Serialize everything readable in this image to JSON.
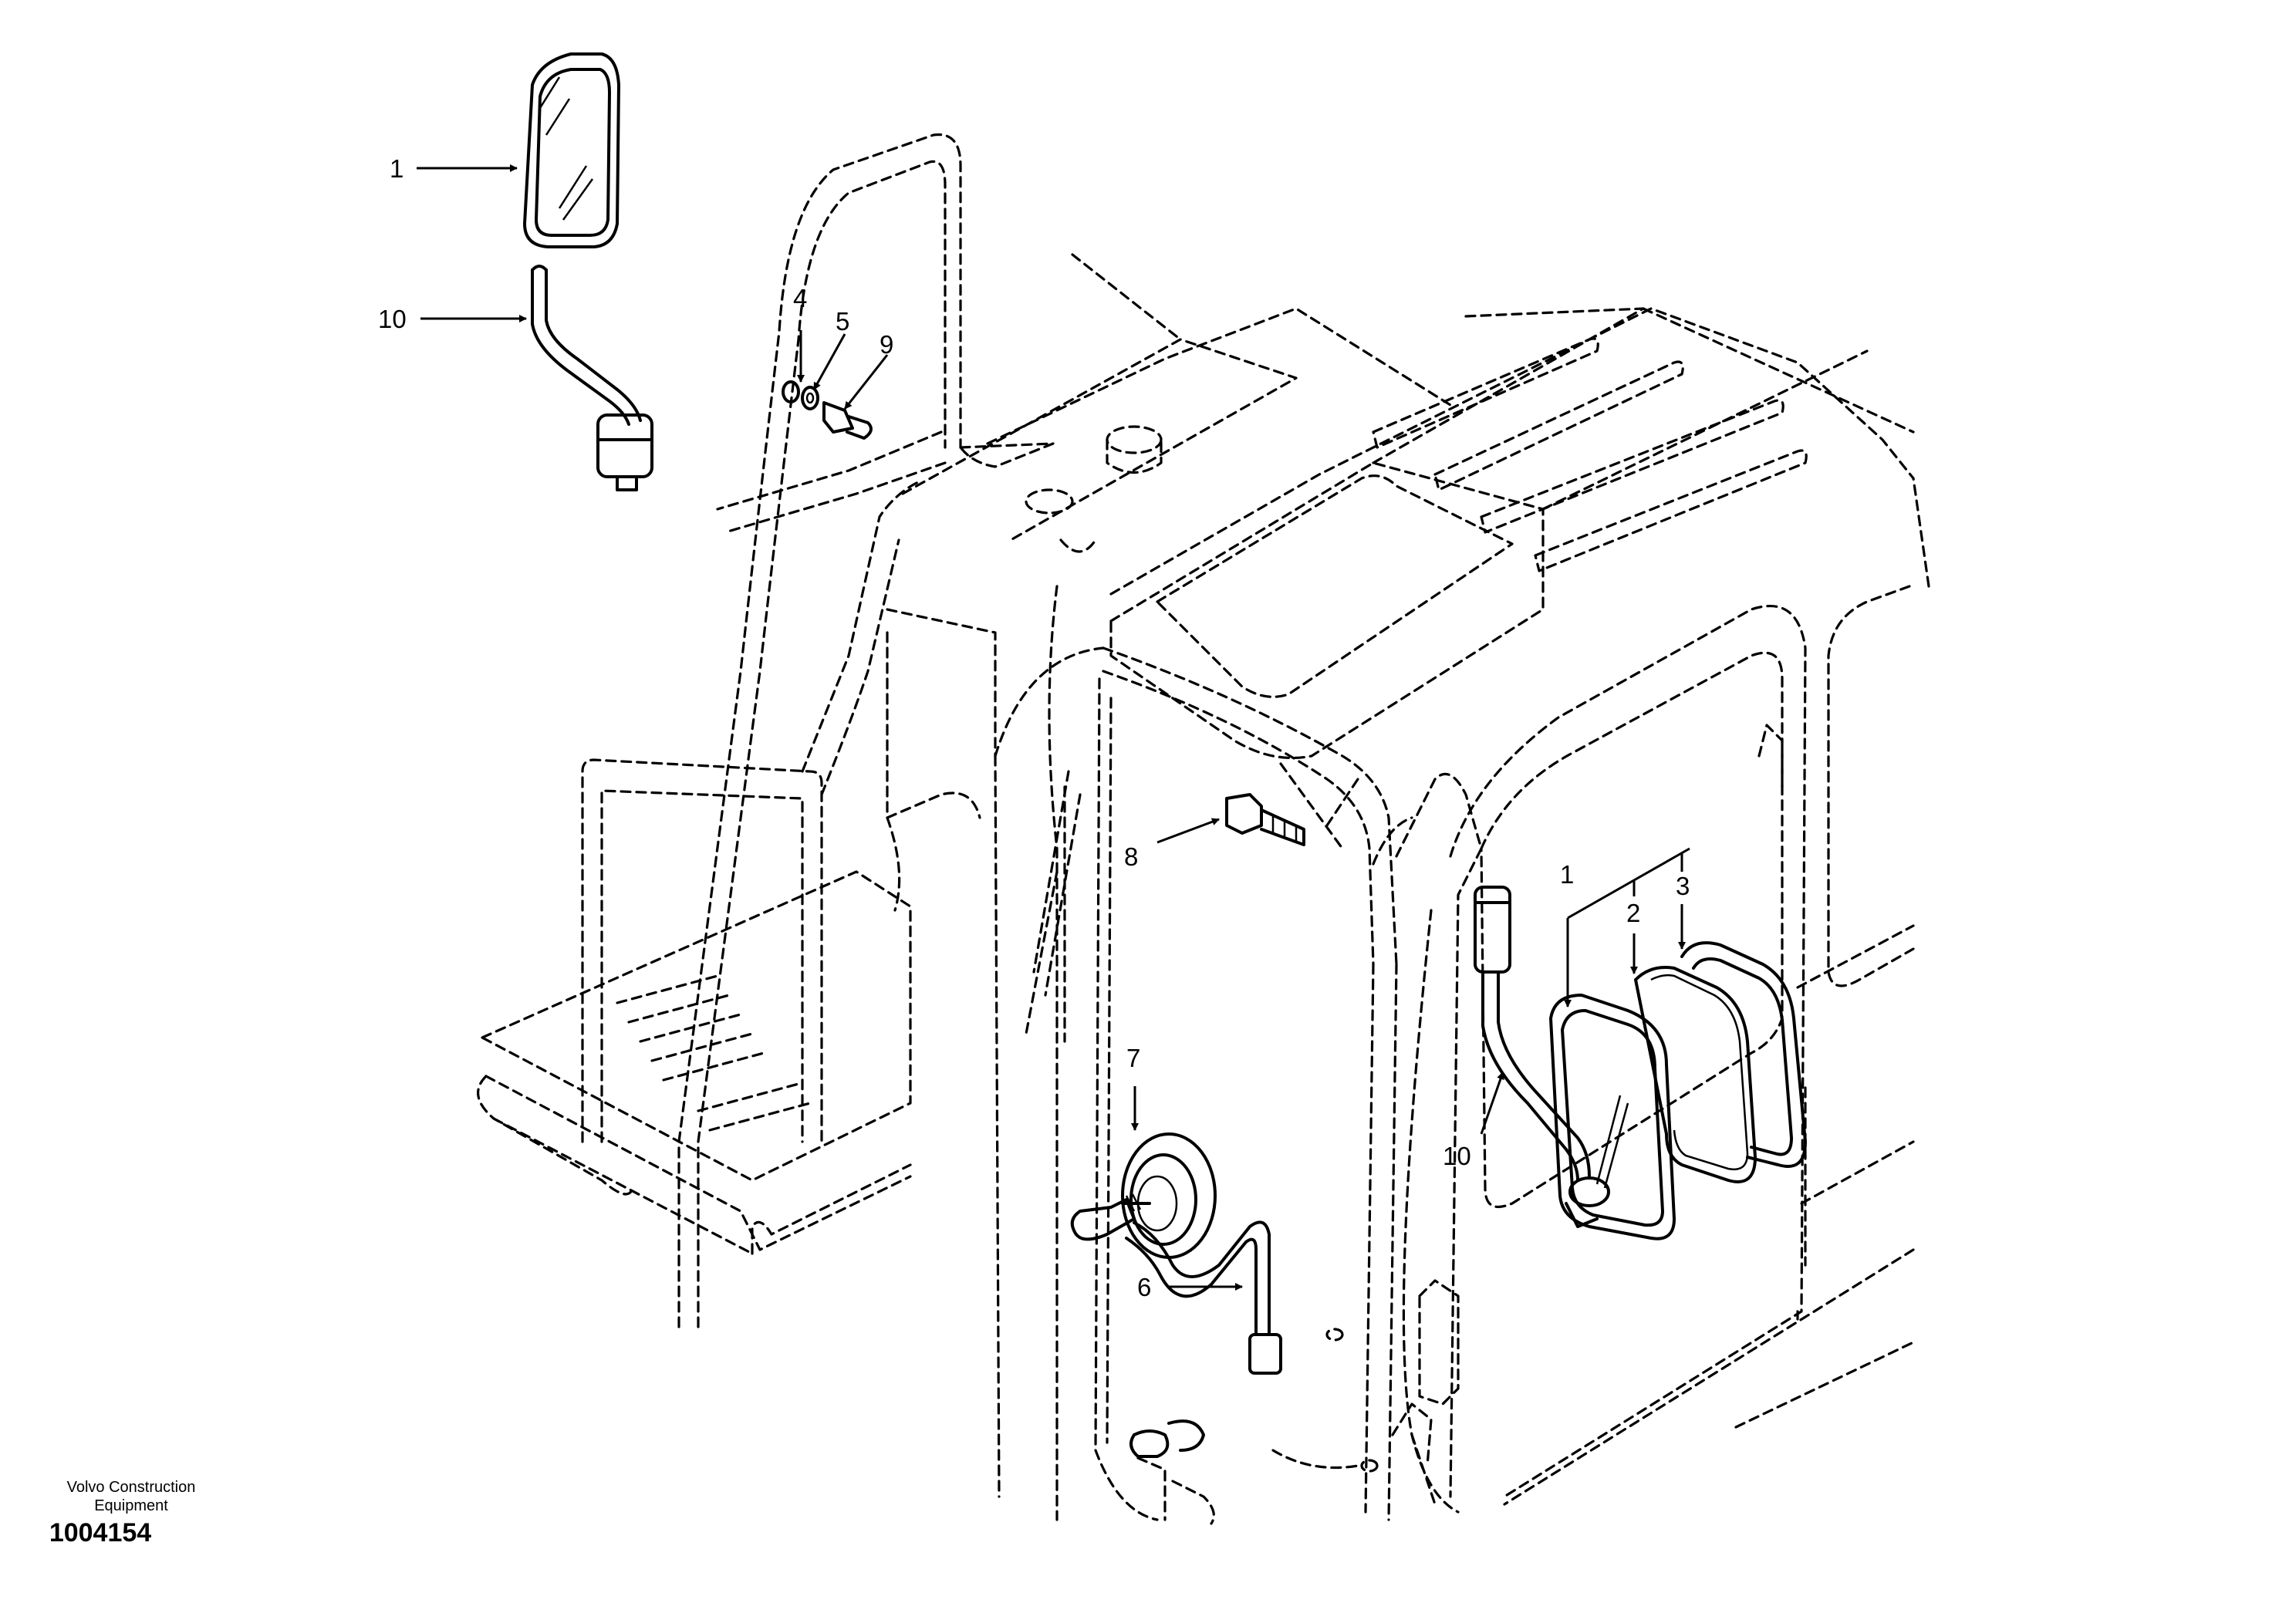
{
  "callouts": {
    "c1_top": "1",
    "c10_top": "10",
    "c4": "4",
    "c5": "5",
    "c9": "9",
    "c8": "8",
    "c7": "7",
    "c6": "6",
    "c10_right": "10",
    "c1_right": "1",
    "c2": "2",
    "c3": "3"
  },
  "footer": {
    "brand_line1": "Volvo Construction",
    "brand_line2": "Equipment",
    "drawing_number": "1004154"
  },
  "icons": [
    "arrow-icon"
  ],
  "colors": {
    "ink": "#000000",
    "background": "#ffffff"
  }
}
